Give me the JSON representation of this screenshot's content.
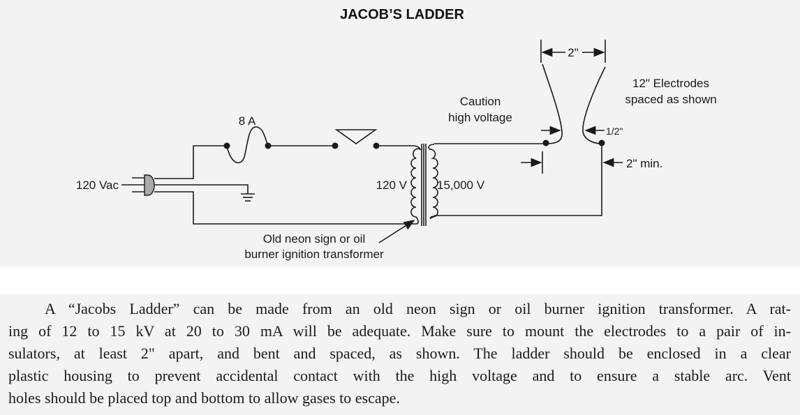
{
  "diagram": {
    "title": "JACOB’S LADDER",
    "input_label": "120 Vac",
    "fuse_label": "8 A",
    "primary_label": "120 V",
    "secondary_label": "15,000 V",
    "caution_line1": "Caution",
    "caution_line2": "high voltage",
    "electrodes_line1": "12\" Electrodes",
    "electrodes_line2": "spaced as shown",
    "top_spacing": "2\"",
    "gap_spacing": "1/2\"",
    "min_spacing": "2\" min.",
    "transformer_line1": "Old neon sign or oil",
    "transformer_line2": "burner ignition transformer"
  },
  "paragraph": {
    "lines": [
      "A “Jacobs Ladder” can be made from an old neon sign or oil burner ignition transformer. A rat-",
      "ing of 12 to 15 kV at 20 to 30 mA will be adequate. Make sure to mount the electrodes to a pair of in-",
      "sulators, at least 2\" apart, and bent and spaced, as shown. The ladder should be enclosed in a clear",
      "plastic housing to prevent accidental contact with the high voltage and to ensure a stable arc. Vent",
      "holes should be placed top and bottom to allow gases to escape."
    ]
  }
}
